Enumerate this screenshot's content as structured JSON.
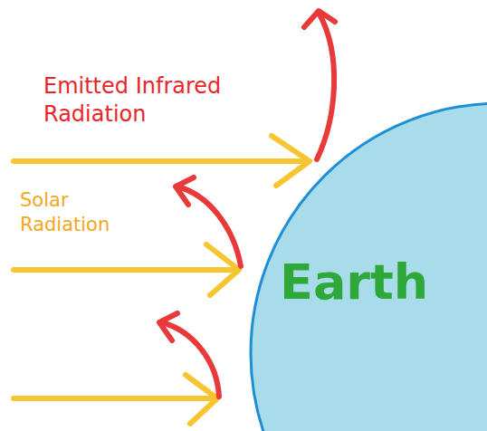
{
  "diagram": {
    "nodes": [
      {
        "text": [
          "Earth"
        ]
      }
    ],
    "labels": [
      "Emitted Infrared Radiation",
      "Solar Radiation"
    ]
  }
}
